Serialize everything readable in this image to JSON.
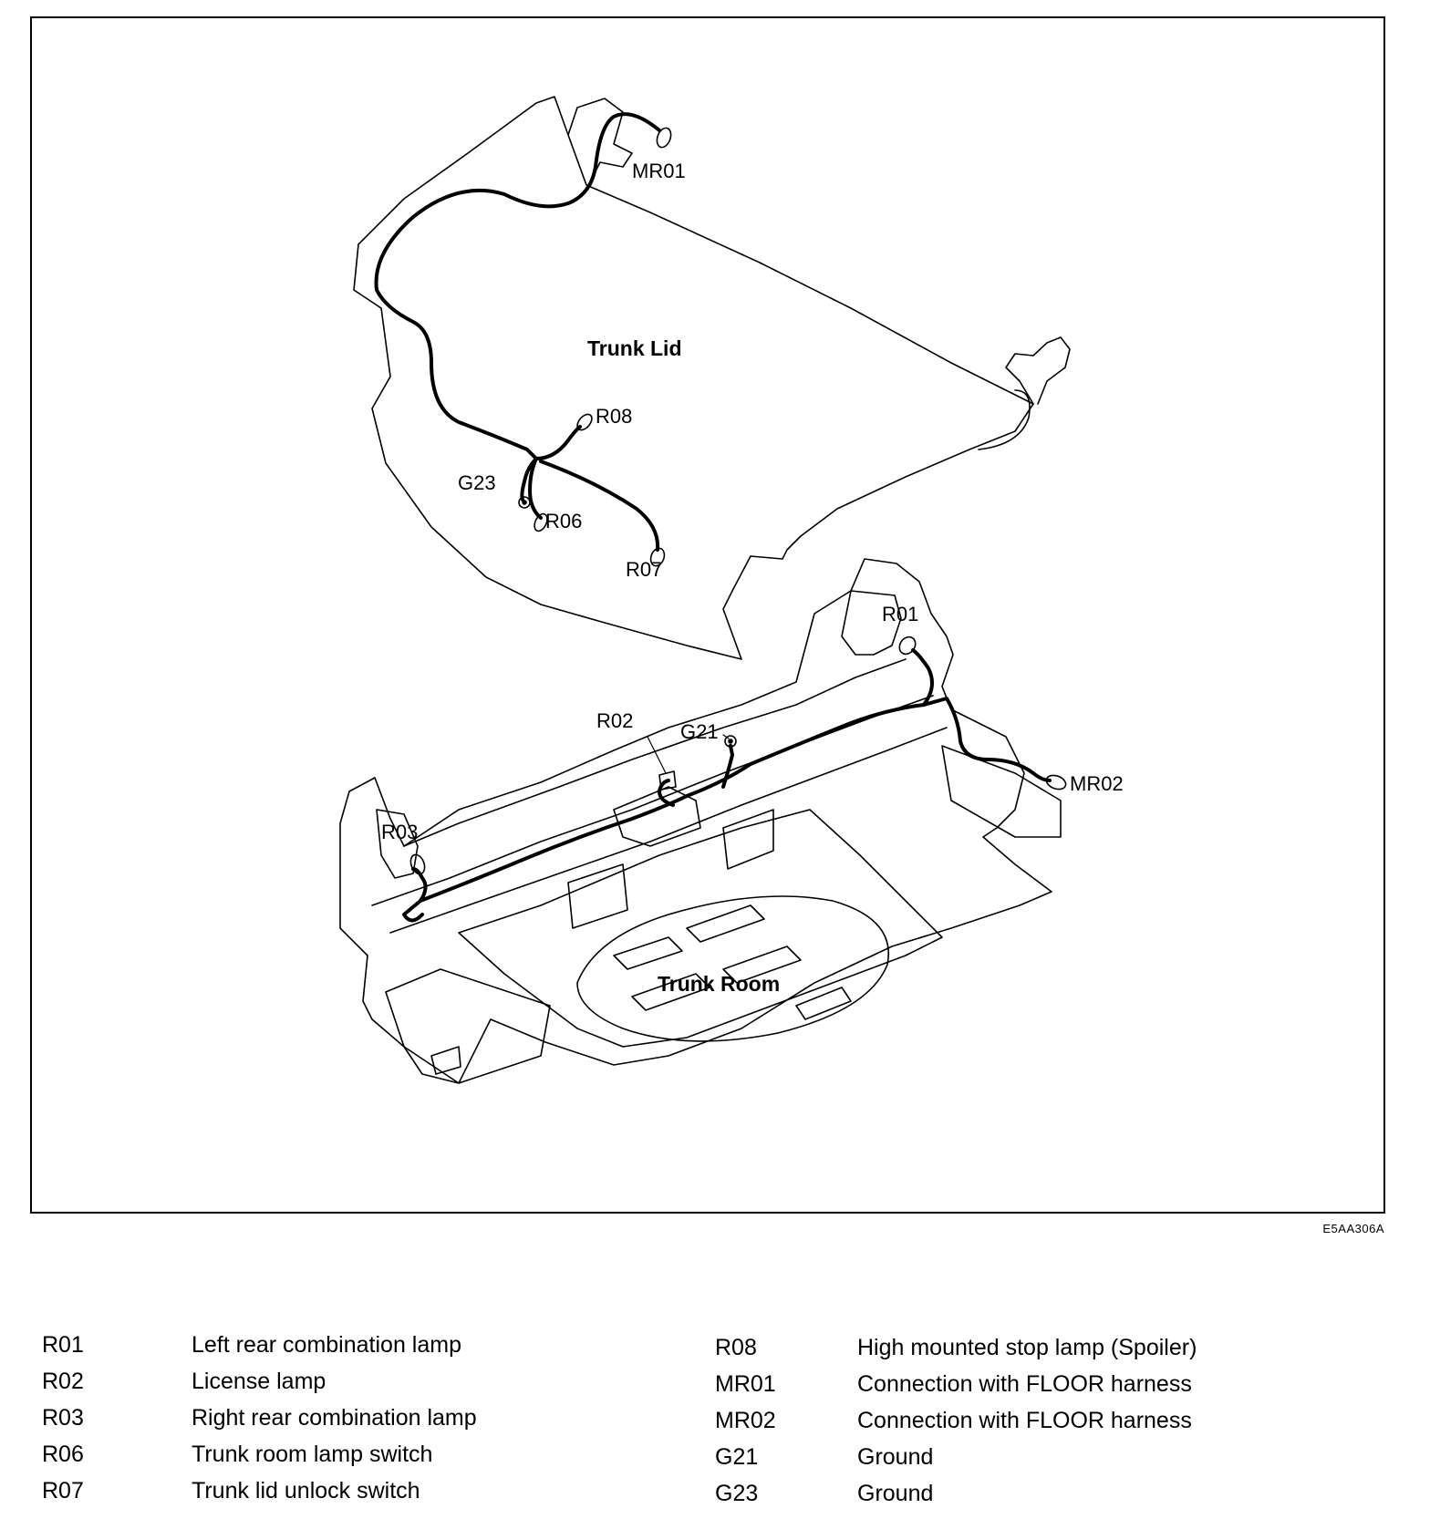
{
  "diagram": {
    "regions": {
      "trunk_lid": "Trunk Lid",
      "trunk_room": "Trunk Room"
    },
    "callouts": {
      "MR01": "MR01",
      "R08": "R08",
      "G23": "G23",
      "R06": "R06",
      "R07": "R07",
      "R01": "R01",
      "R02": "R02",
      "G21": "G21",
      "MR02": "MR02",
      "R03": "R03"
    },
    "figure_code": "E5AA306A"
  },
  "legend": {
    "left": [
      {
        "code": "R01",
        "desc": "Left rear combination lamp"
      },
      {
        "code": "R02",
        "desc": "License lamp"
      },
      {
        "code": "R03",
        "desc": "Right rear combination lamp"
      },
      {
        "code": "R06",
        "desc": "Trunk room lamp switch"
      },
      {
        "code": "R07",
        "desc": "Trunk lid unlock switch"
      }
    ],
    "right": [
      {
        "code": "R08",
        "desc": "High mounted stop lamp (Spoiler)"
      },
      {
        "code": "MR01",
        "desc": "Connection with FLOOR harness"
      },
      {
        "code": "MR02",
        "desc": "Connection with FLOOR harness"
      },
      {
        "code": "G21",
        "desc": "Ground"
      },
      {
        "code": "G23",
        "desc": "Ground"
      }
    ]
  },
  "colors": {
    "line": "#000000",
    "background": "#ffffff"
  }
}
